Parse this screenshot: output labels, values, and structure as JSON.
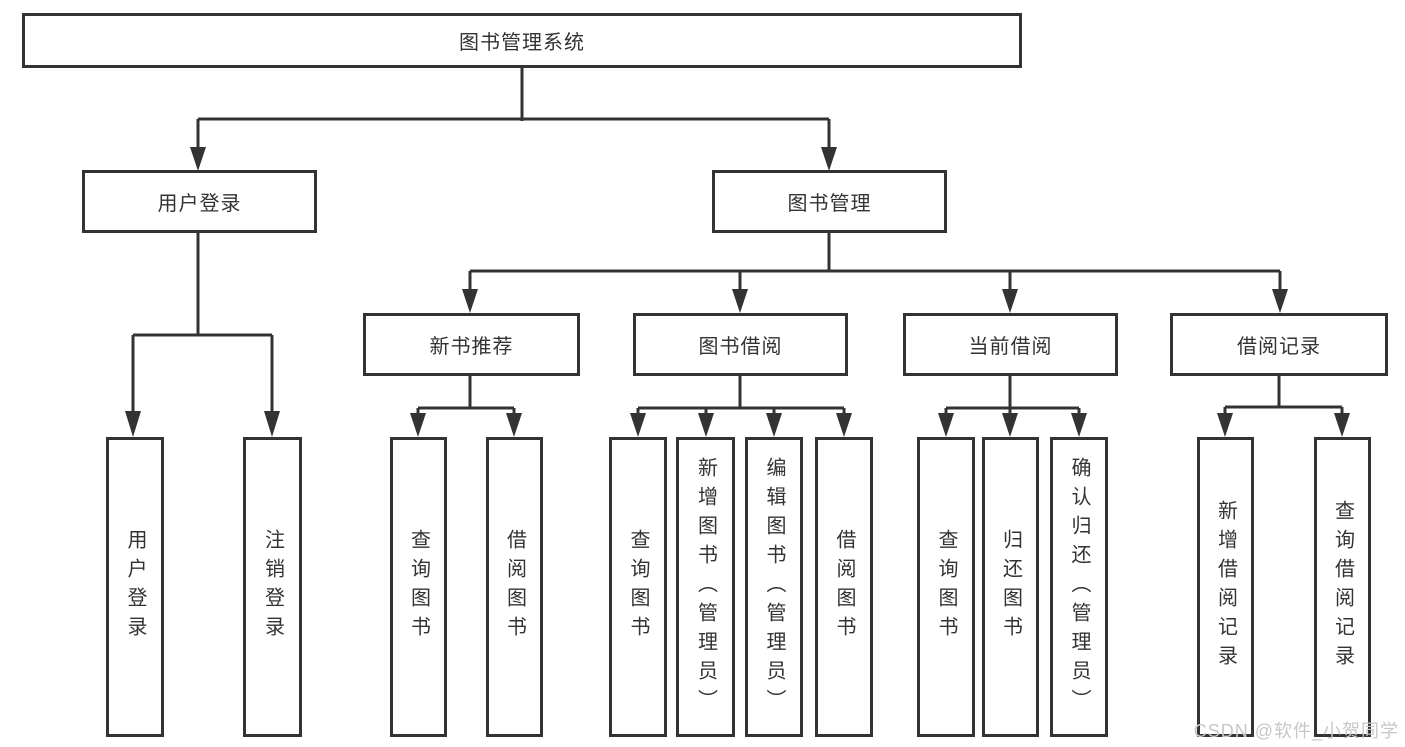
{
  "diagram": {
    "title": "图书管理系统",
    "root": {
      "label": "图书管理系统"
    },
    "user_login": {
      "label": "用户登录",
      "children": [
        {
          "label": "用户登录"
        },
        {
          "label": "注销登录"
        }
      ]
    },
    "book_management": {
      "label": "图书管理",
      "sections": [
        {
          "label": "新书推荐",
          "children": [
            {
              "label": "查询图书"
            },
            {
              "label": "借阅图书"
            }
          ]
        },
        {
          "label": "图书借阅",
          "children": [
            {
              "label": "查询图书"
            },
            {
              "label": "新增图书（管理员）"
            },
            {
              "label": "编辑图书（管理员）"
            },
            {
              "label": "借阅图书"
            }
          ]
        },
        {
          "label": "当前借阅",
          "children": [
            {
              "label": "查询图书"
            },
            {
              "label": "归还图书"
            },
            {
              "label": "确认归还（管理员）"
            }
          ]
        },
        {
          "label": "借阅记录",
          "children": [
            {
              "label": "新增借阅记录"
            },
            {
              "label": "查询借阅记录"
            }
          ]
        }
      ]
    },
    "colors": {
      "line": "#333333",
      "text": "#333333",
      "box_background": "#ffffff",
      "watermark": "#c7c7cb"
    }
  },
  "watermark": {
    "text": "CSDN @软件_小贺同学"
  }
}
